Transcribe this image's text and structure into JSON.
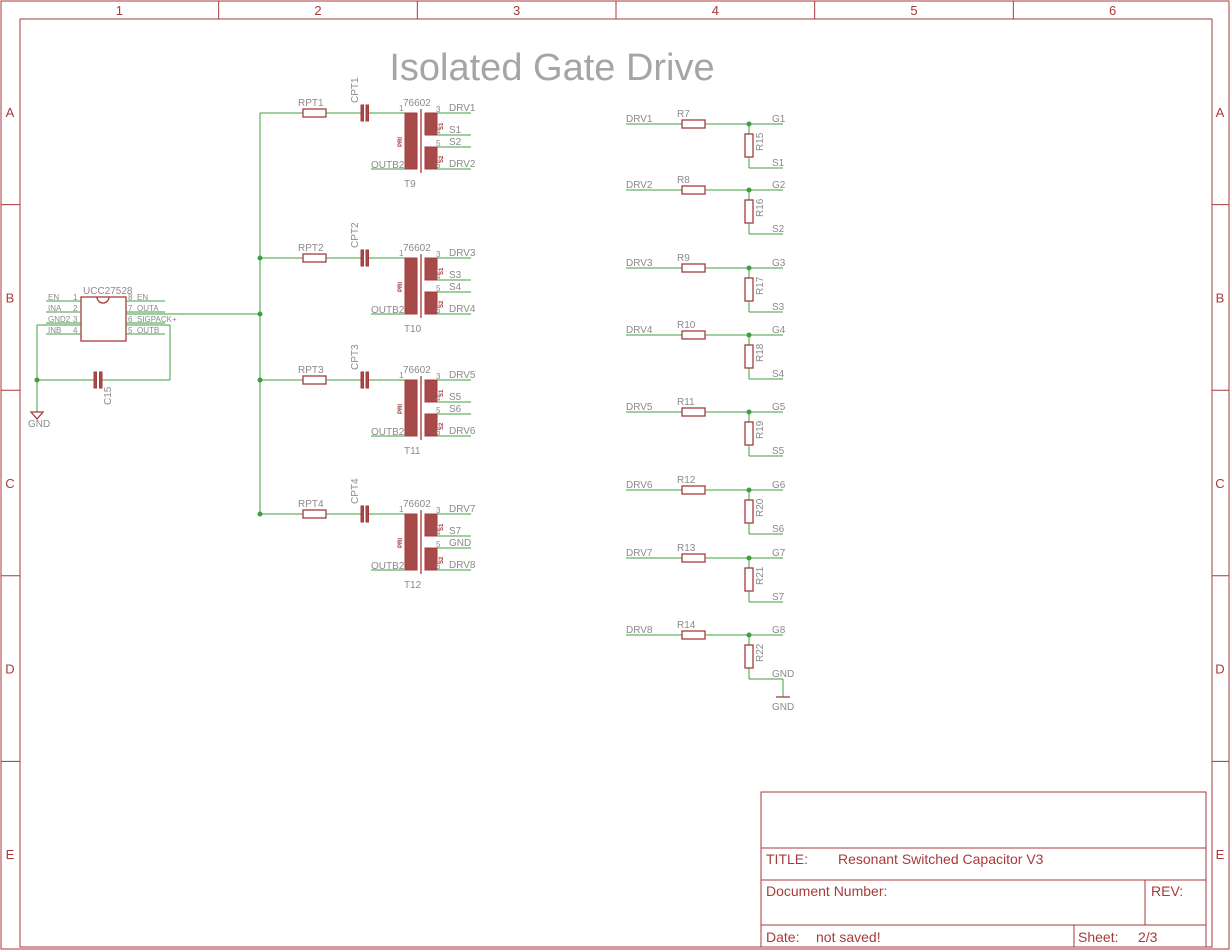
{
  "title": "Isolated Gate Drive",
  "grid": {
    "columns": [
      "1",
      "2",
      "3",
      "4",
      "5",
      "6"
    ],
    "rows": [
      "A",
      "B",
      "C",
      "D",
      "E"
    ]
  },
  "driver": {
    "part": "UCC27528",
    "cap": "C15",
    "gnd": "GND",
    "pins_left": [
      {
        "name": "EN",
        "num": "1"
      },
      {
        "name": "INA",
        "num": "2"
      },
      {
        "name": "GND2",
        "num": "3"
      },
      {
        "name": "INB",
        "num": "4"
      }
    ],
    "pins_right": [
      {
        "num": "8",
        "name": "EN"
      },
      {
        "num": "7",
        "name": "OUTA"
      },
      {
        "num": "6",
        "name": "SIGPACK+"
      },
      {
        "num": "5",
        "name": "OUTB"
      }
    ]
  },
  "transformers": [
    {
      "rpt": "RPT1",
      "cpt": "CPT1",
      "part": "76602",
      "ref": "T9",
      "outb": "OUTB2",
      "drv_top": "DRV1",
      "s_a": "S1",
      "s_b": "S2",
      "drv_bot": "DRV2"
    },
    {
      "rpt": "RPT2",
      "cpt": "CPT2",
      "part": "76602",
      "ref": "T10",
      "outb": "OUTB2",
      "drv_top": "DRV3",
      "s_a": "S3",
      "s_b": "S4",
      "drv_bot": "DRV4"
    },
    {
      "rpt": "RPT3",
      "cpt": "CPT3",
      "part": "76602",
      "ref": "T11",
      "outb": "OUTB2",
      "drv_top": "DRV5",
      "s_a": "S5",
      "s_b": "S6",
      "drv_bot": "DRV6"
    },
    {
      "rpt": "RPT4",
      "cpt": "CPT4",
      "part": "76602",
      "ref": "T12",
      "outb": "OUTB2",
      "drv_top": "DRV7",
      "s_a": "S7",
      "s_b": "GND",
      "drv_bot": "DRV8"
    }
  ],
  "transformer_pins": {
    "p1": "1",
    "p3": "3",
    "p4": "4",
    "p5": "5",
    "p6": "6",
    "pri": "PRI",
    "s1": "S1",
    "s2": "S2"
  },
  "gates": [
    {
      "drv": "DRV1",
      "r": "R7",
      "g": "G1",
      "rs": "R15",
      "s": "S1"
    },
    {
      "drv": "DRV2",
      "r": "R8",
      "g": "G2",
      "rs": "R16",
      "s": "S2"
    },
    {
      "drv": "DRV3",
      "r": "R9",
      "g": "G3",
      "rs": "R17",
      "s": "S3"
    },
    {
      "drv": "DRV4",
      "r": "R10",
      "g": "G4",
      "rs": "R18",
      "s": "S4"
    },
    {
      "drv": "DRV5",
      "r": "R11",
      "g": "G5",
      "rs": "R19",
      "s": "S5"
    },
    {
      "drv": "DRV6",
      "r": "R12",
      "g": "G6",
      "rs": "R20",
      "s": "S6"
    },
    {
      "drv": "DRV7",
      "r": "R13",
      "g": "G7",
      "rs": "R21",
      "s": "S7"
    },
    {
      "drv": "DRV8",
      "r": "R14",
      "g": "G8",
      "rs": "R22",
      "s": "GND"
    }
  ],
  "gate_gnd": "GND",
  "title_block": {
    "title_label": "TITLE:",
    "title_value": "Resonant Switched Capacitor V3",
    "doc_label": "Document Number:",
    "rev_label": "REV:",
    "date_label": "Date:",
    "date_value": "not saved!",
    "sheet_label": "Sheet:",
    "sheet_value": "2/3"
  }
}
